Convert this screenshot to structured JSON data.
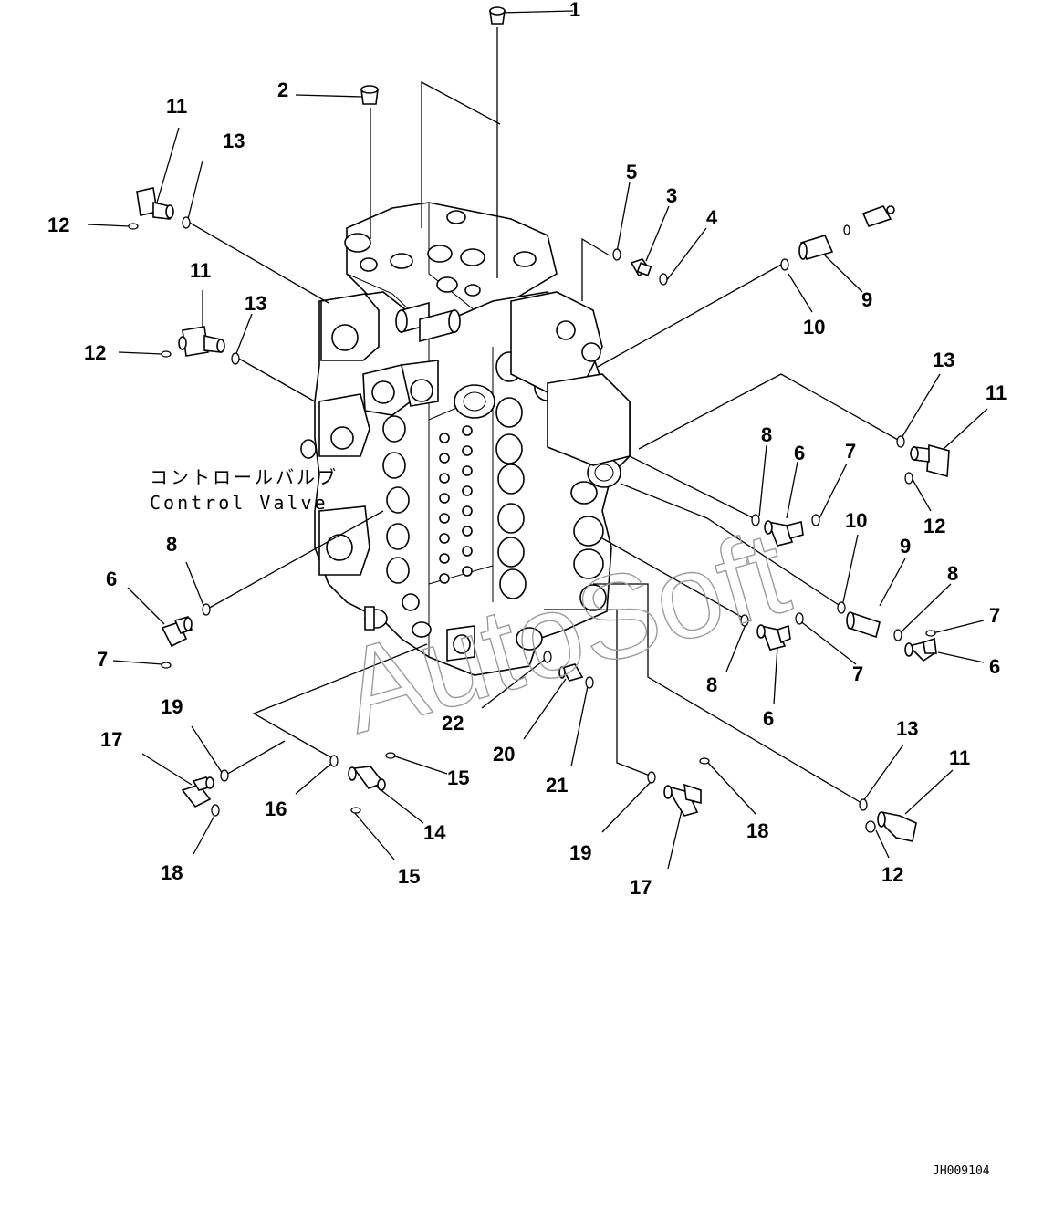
{
  "labels": {
    "body_jp": "コントロールバルブ",
    "body_en": "Control Valve",
    "drawing_no": "JH009104",
    "watermark": "AutoSoft"
  },
  "callouts": [
    {
      "id": "c1",
      "text": "1"
    },
    {
      "id": "c2",
      "text": "2"
    },
    {
      "id": "c3",
      "text": "3"
    },
    {
      "id": "c4",
      "text": "4"
    },
    {
      "id": "c5",
      "text": "5"
    },
    {
      "id": "c6a",
      "text": "6"
    },
    {
      "id": "c6b",
      "text": "6"
    },
    {
      "id": "c6c",
      "text": "6"
    },
    {
      "id": "c6d",
      "text": "6"
    },
    {
      "id": "c7a",
      "text": "7"
    },
    {
      "id": "c7b",
      "text": "7"
    },
    {
      "id": "c7c",
      "text": "7"
    },
    {
      "id": "c7d",
      "text": "7"
    },
    {
      "id": "c8a",
      "text": "8"
    },
    {
      "id": "c8b",
      "text": "8"
    },
    {
      "id": "c8c",
      "text": "8"
    },
    {
      "id": "c8d",
      "text": "8"
    },
    {
      "id": "c9a",
      "text": "9"
    },
    {
      "id": "c9b",
      "text": "9"
    },
    {
      "id": "c10a",
      "text": "10"
    },
    {
      "id": "c10b",
      "text": "10"
    },
    {
      "id": "c11a",
      "text": "11"
    },
    {
      "id": "c11b",
      "text": "11"
    },
    {
      "id": "c11c",
      "text": "11"
    },
    {
      "id": "c11d",
      "text": "11"
    },
    {
      "id": "c12a",
      "text": "12"
    },
    {
      "id": "c12b",
      "text": "12"
    },
    {
      "id": "c12c",
      "text": "12"
    },
    {
      "id": "c12d",
      "text": "12"
    },
    {
      "id": "c13a",
      "text": "13"
    },
    {
      "id": "c13b",
      "text": "13"
    },
    {
      "id": "c13c",
      "text": "13"
    },
    {
      "id": "c13d",
      "text": "13"
    },
    {
      "id": "c14",
      "text": "14"
    },
    {
      "id": "c15a",
      "text": "15"
    },
    {
      "id": "c15b",
      "text": "15"
    },
    {
      "id": "c16",
      "text": "16"
    },
    {
      "id": "c17a",
      "text": "17"
    },
    {
      "id": "c17b",
      "text": "17"
    },
    {
      "id": "c18a",
      "text": "18"
    },
    {
      "id": "c18b",
      "text": "18"
    },
    {
      "id": "c19a",
      "text": "19"
    },
    {
      "id": "c19b",
      "text": "19"
    },
    {
      "id": "c20",
      "text": "20"
    },
    {
      "id": "c21",
      "text": "21"
    },
    {
      "id": "c22",
      "text": "22"
    }
  ]
}
